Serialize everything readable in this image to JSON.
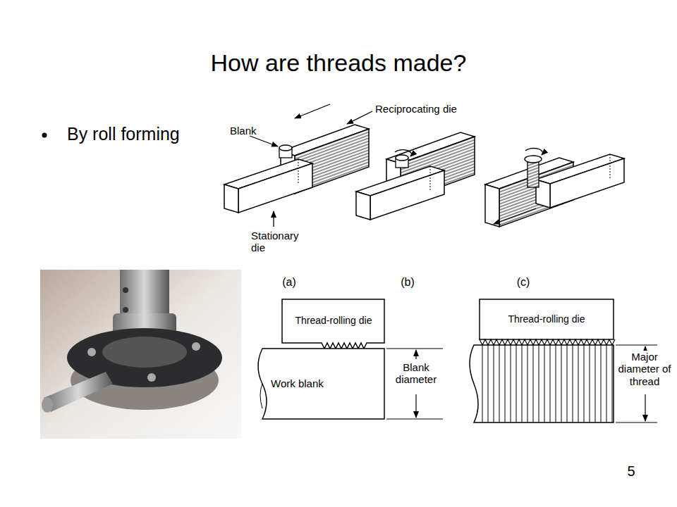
{
  "diagram": {
    "title": "How are threads made?",
    "labels": [
      "By roll forming",
      "Blank",
      "Reciprocating die",
      "Stationary die",
      "(a)",
      "(b)",
      "(c)",
      "Thread-rolling die",
      "Work blank",
      "Blank diameter",
      "Thread-rolling die",
      "Major diameter of thread",
      "5"
    ]
  }
}
